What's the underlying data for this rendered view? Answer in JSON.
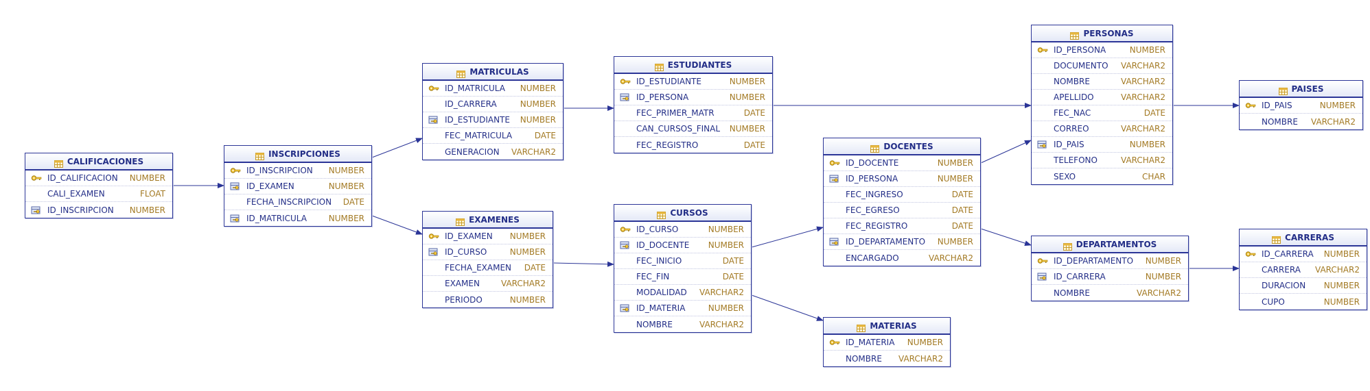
{
  "tables": [
    {
      "title": "CALIFICACIONES",
      "columns": [
        {
          "name": "ID_CALIFICACION",
          "type": "NUMBER",
          "icon": "primary-key-icon"
        },
        {
          "name": "CALI_EXAMEN",
          "type": "FLOAT",
          "icon": ""
        },
        {
          "name": "ID_INSCRIPCION",
          "type": "NUMBER",
          "icon": "foreign-key-icon"
        }
      ]
    },
    {
      "title": "INSCRIPCIONES",
      "columns": [
        {
          "name": "ID_INSCRIPCION",
          "type": "NUMBER",
          "icon": "primary-key-icon"
        },
        {
          "name": "ID_EXAMEN",
          "type": "NUMBER",
          "icon": "foreign-key-icon"
        },
        {
          "name": "FECHA_INSCRIPCION",
          "type": "DATE",
          "icon": ""
        },
        {
          "name": "ID_MATRICULA",
          "type": "NUMBER",
          "icon": "foreign-key-icon"
        }
      ]
    },
    {
      "title": "MATRICULAS",
      "columns": [
        {
          "name": "ID_MATRICULA",
          "type": "NUMBER",
          "icon": "primary-key-icon"
        },
        {
          "name": "ID_CARRERA",
          "type": "NUMBER",
          "icon": ""
        },
        {
          "name": "ID_ESTUDIANTE",
          "type": "NUMBER",
          "icon": "foreign-key-icon"
        },
        {
          "name": "FEC_MATRICULA",
          "type": "DATE",
          "icon": ""
        },
        {
          "name": "GENERACION",
          "type": "VARCHAR2",
          "icon": ""
        }
      ]
    },
    {
      "title": "EXAMENES",
      "columns": [
        {
          "name": "ID_EXAMEN",
          "type": "NUMBER",
          "icon": "primary-key-icon"
        },
        {
          "name": "ID_CURSO",
          "type": "NUMBER",
          "icon": "foreign-key-icon"
        },
        {
          "name": "FECHA_EXAMEN",
          "type": "DATE",
          "icon": ""
        },
        {
          "name": "EXAMEN",
          "type": "VARCHAR2",
          "icon": ""
        },
        {
          "name": "PERIODO",
          "type": "NUMBER",
          "icon": ""
        }
      ]
    },
    {
      "title": "ESTUDIANTES",
      "columns": [
        {
          "name": "ID_ESTUDIANTE",
          "type": "NUMBER",
          "icon": "primary-key-icon"
        },
        {
          "name": "ID_PERSONA",
          "type": "NUMBER",
          "icon": "foreign-key-icon"
        },
        {
          "name": "FEC_PRIMER_MATR",
          "type": "DATE",
          "icon": ""
        },
        {
          "name": "CAN_CURSOS_FINAL",
          "type": "NUMBER",
          "icon": ""
        },
        {
          "name": "FEC_REGISTRO",
          "type": "DATE",
          "icon": ""
        }
      ]
    },
    {
      "title": "CURSOS",
      "columns": [
        {
          "name": "ID_CURSO",
          "type": "NUMBER",
          "icon": "primary-key-icon"
        },
        {
          "name": "ID_DOCENTE",
          "type": "NUMBER",
          "icon": "foreign-key-icon"
        },
        {
          "name": "FEC_INICIO",
          "type": "DATE",
          "icon": ""
        },
        {
          "name": "FEC_FIN",
          "type": "DATE",
          "icon": ""
        },
        {
          "name": "MODALIDAD",
          "type": "VARCHAR2",
          "icon": ""
        },
        {
          "name": "ID_MATERIA",
          "type": "NUMBER",
          "icon": "foreign-key-icon"
        },
        {
          "name": "NOMBRE",
          "type": "VARCHAR2",
          "icon": ""
        }
      ]
    },
    {
      "title": "DOCENTES",
      "columns": [
        {
          "name": "ID_DOCENTE",
          "type": "NUMBER",
          "icon": "primary-key-icon"
        },
        {
          "name": "ID_PERSONA",
          "type": "NUMBER",
          "icon": "foreign-key-icon"
        },
        {
          "name": "FEC_INGRESO",
          "type": "DATE",
          "icon": ""
        },
        {
          "name": "FEC_EGRESO",
          "type": "DATE",
          "icon": ""
        },
        {
          "name": "FEC_REGISTRO",
          "type": "DATE",
          "icon": ""
        },
        {
          "name": "ID_DEPARTAMENTO",
          "type": "NUMBER",
          "icon": "foreign-key-icon"
        },
        {
          "name": "ENCARGADO",
          "type": "VARCHAR2",
          "icon": ""
        }
      ]
    },
    {
      "title": "MATERIAS",
      "columns": [
        {
          "name": "ID_MATERIA",
          "type": "NUMBER",
          "icon": "primary-key-icon"
        },
        {
          "name": "NOMBRE",
          "type": "VARCHAR2",
          "icon": ""
        }
      ]
    },
    {
      "title": "PERSONAS",
      "columns": [
        {
          "name": "ID_PERSONA",
          "type": "NUMBER",
          "icon": "primary-key-icon"
        },
        {
          "name": "DOCUMENTO",
          "type": "VARCHAR2",
          "icon": ""
        },
        {
          "name": "NOMBRE",
          "type": "VARCHAR2",
          "icon": ""
        },
        {
          "name": "APELLIDO",
          "type": "VARCHAR2",
          "icon": ""
        },
        {
          "name": "FEC_NAC",
          "type": "DATE",
          "icon": ""
        },
        {
          "name": "CORREO",
          "type": "VARCHAR2",
          "icon": ""
        },
        {
          "name": "ID_PAIS",
          "type": "NUMBER",
          "icon": "foreign-key-icon"
        },
        {
          "name": "TELEFONO",
          "type": "VARCHAR2",
          "icon": ""
        },
        {
          "name": "SEXO",
          "type": "CHAR",
          "icon": ""
        }
      ]
    },
    {
      "title": "DEPARTAMENTOS",
      "columns": [
        {
          "name": "ID_DEPARTAMENTO",
          "type": "NUMBER",
          "icon": "primary-key-icon"
        },
        {
          "name": "ID_CARRERA",
          "type": "NUMBER",
          "icon": "foreign-key-icon"
        },
        {
          "name": "NOMBRE",
          "type": "VARCHAR2",
          "icon": ""
        }
      ]
    },
    {
      "title": "PAISES",
      "columns": [
        {
          "name": "ID_PAIS",
          "type": "NUMBER",
          "icon": "primary-key-icon"
        },
        {
          "name": "NOMBRE",
          "type": "VARCHAR2",
          "icon": ""
        }
      ]
    },
    {
      "title": "CARRERAS",
      "columns": [
        {
          "name": "ID_CARRERA",
          "type": "NUMBER",
          "icon": "primary-key-icon"
        },
        {
          "name": "CARRERA",
          "type": "VARCHAR2",
          "icon": ""
        },
        {
          "name": "DURACION",
          "type": "NUMBER",
          "icon": ""
        },
        {
          "name": "CUPO",
          "type": "NUMBER",
          "icon": ""
        }
      ]
    }
  ],
  "relationships": [
    {
      "from": "CALIFICACIONES",
      "to": "INSCRIPCIONES"
    },
    {
      "from": "INSCRIPCIONES",
      "to": "MATRICULAS"
    },
    {
      "from": "INSCRIPCIONES",
      "to": "EXAMENES"
    },
    {
      "from": "MATRICULAS",
      "to": "ESTUDIANTES"
    },
    {
      "from": "EXAMENES",
      "to": "CURSOS"
    },
    {
      "from": "ESTUDIANTES",
      "to": "PERSONAS"
    },
    {
      "from": "CURSOS",
      "to": "DOCENTES"
    },
    {
      "from": "CURSOS",
      "to": "MATERIAS"
    },
    {
      "from": "DOCENTES",
      "to": "PERSONAS"
    },
    {
      "from": "DOCENTES",
      "to": "DEPARTAMENTOS"
    },
    {
      "from": "PERSONAS",
      "to": "PAISES"
    },
    {
      "from": "DEPARTAMENTOS",
      "to": "CARRERAS"
    }
  ],
  "colors": {
    "border": "#2b3597",
    "text": "#232e87",
    "type": "#a37a24",
    "line": "#2b3597"
  }
}
